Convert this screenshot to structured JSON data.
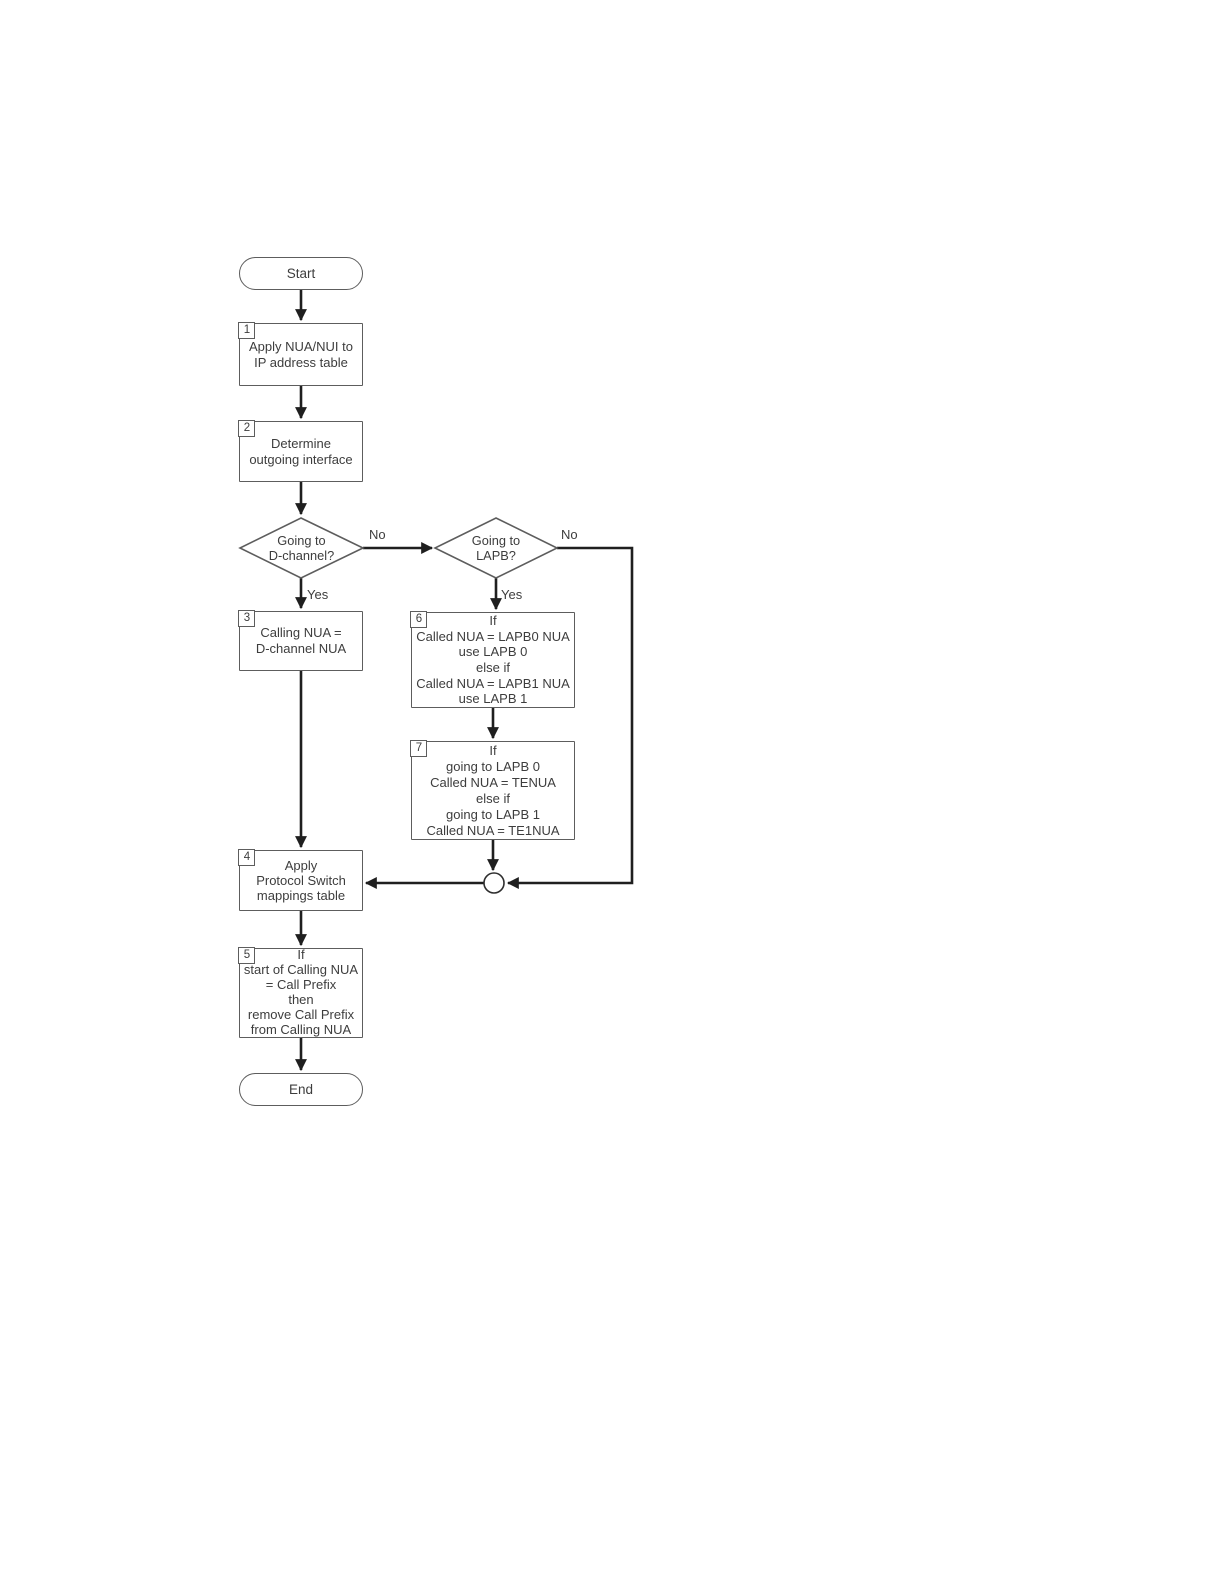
{
  "flowchart": {
    "nodes": {
      "start": {
        "label": "Start"
      },
      "step1": {
        "number": "1",
        "text": "Apply NUA/NUI to\nIP address table"
      },
      "step2": {
        "number": "2",
        "text": "Determine\noutgoing interface"
      },
      "decision_dchannel": {
        "text": "Going to\nD-channel?",
        "yes": "Yes",
        "no": "No"
      },
      "decision_lapb": {
        "text": "Going to\nLAPB?",
        "yes": "Yes",
        "no": "No"
      },
      "step3": {
        "number": "3",
        "text": "Calling NUA =\nD-channel NUA"
      },
      "step6": {
        "number": "6",
        "text": "If\nCalled NUA = LAPB0 NUA\nuse LAPB 0\nelse if\nCalled NUA = LAPB1 NUA\nuse LAPB 1"
      },
      "step7": {
        "number": "7",
        "text": "If\ngoing to LAPB 0\nCalled NUA = TENUA\nelse if\ngoing to LAPB 1\nCalled NUA = TE1NUA"
      },
      "step4": {
        "number": "4",
        "text": "Apply\nProtocol Switch\nmappings table"
      },
      "step5": {
        "number": "5",
        "text": "If\nstart of Calling NUA\n= Call Prefix\nthen\nremove Call Prefix\nfrom Calling NUA"
      },
      "end": {
        "label": "End"
      }
    },
    "colors": {
      "background": "#ffffff",
      "line": "#1f1f1f",
      "shape_border": "#5d5d5d",
      "text": "#3d3d3d"
    }
  }
}
